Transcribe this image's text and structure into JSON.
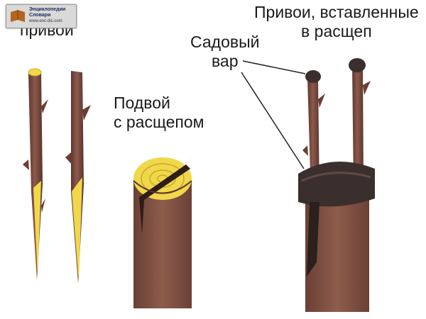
{
  "labels": {
    "scions": "ненные\nпривои",
    "rootstock": "Подвой\nс расщепом",
    "inserted": "Привои, вставленные\nв расщеп",
    "wax": "Садовый\nвар"
  },
  "watermark": {
    "title": "Энциклопедии\nСловари",
    "url": "www.enc-dic.com",
    "logo": "book-logo-icon"
  },
  "colors": {
    "bark": "#7a4a3e",
    "bark_dark": "#4f2c25",
    "wood": "#f0d84a",
    "wood_ring": "#c9a92a",
    "wax": "#3a2f2c",
    "line": "#222222"
  }
}
